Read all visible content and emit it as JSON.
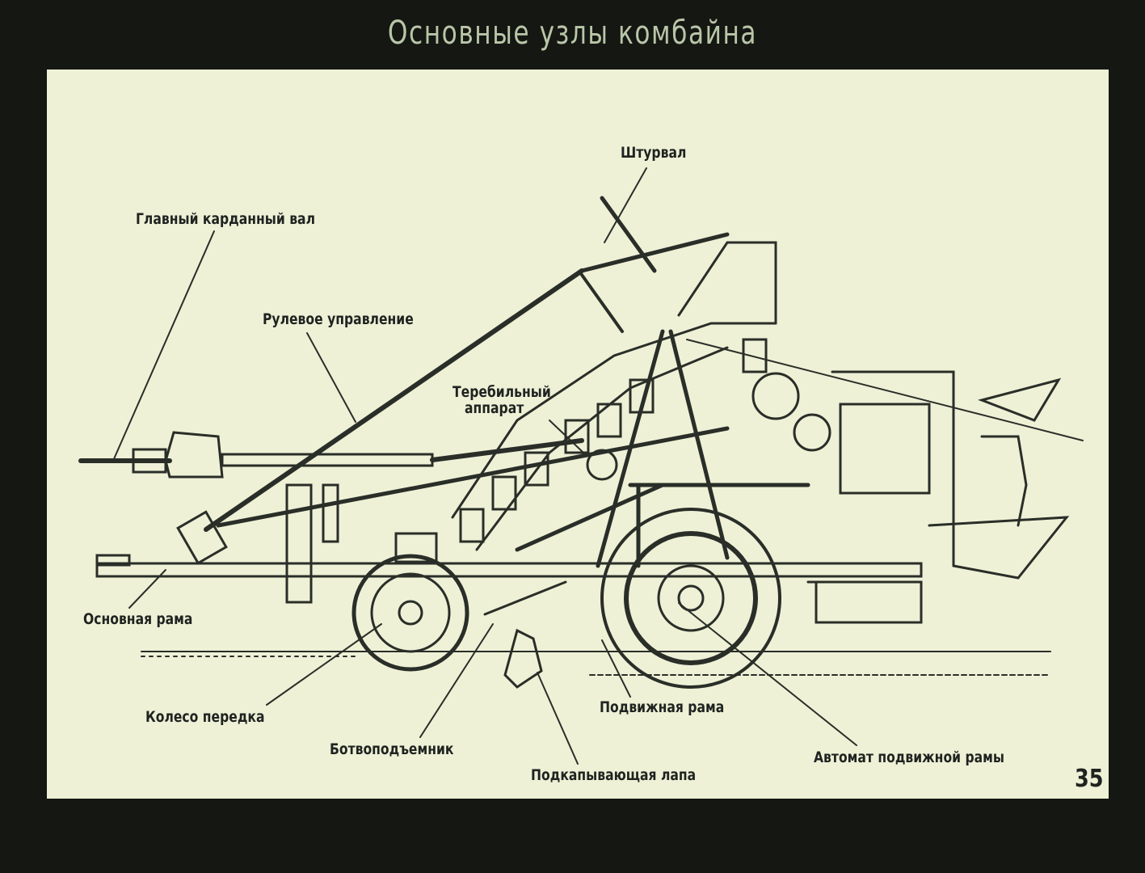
{
  "title": "Основные узлы комбайна",
  "slide_number": "35",
  "labels": {
    "steering_wheel": "Штурвал",
    "main_cardan_shaft": "Главный карданный вал",
    "steering_control": "Рулевое управление",
    "puller_unit_line1": "Теребильный",
    "puller_unit_line2": "аппарат",
    "main_frame": "Основная рама",
    "front_wheel": "Колесо передка",
    "top_lifter": "Ботвоподъемник",
    "digging_share": "Подкапывающая лапа",
    "movable_frame": "Подвижная рама",
    "movable_frame_automat": "Автомат подвижной рамы"
  },
  "colors": {
    "background": "#151713",
    "panel": "#eef1d6",
    "ink": "#2a2e28",
    "title": "#b8c6a8"
  }
}
